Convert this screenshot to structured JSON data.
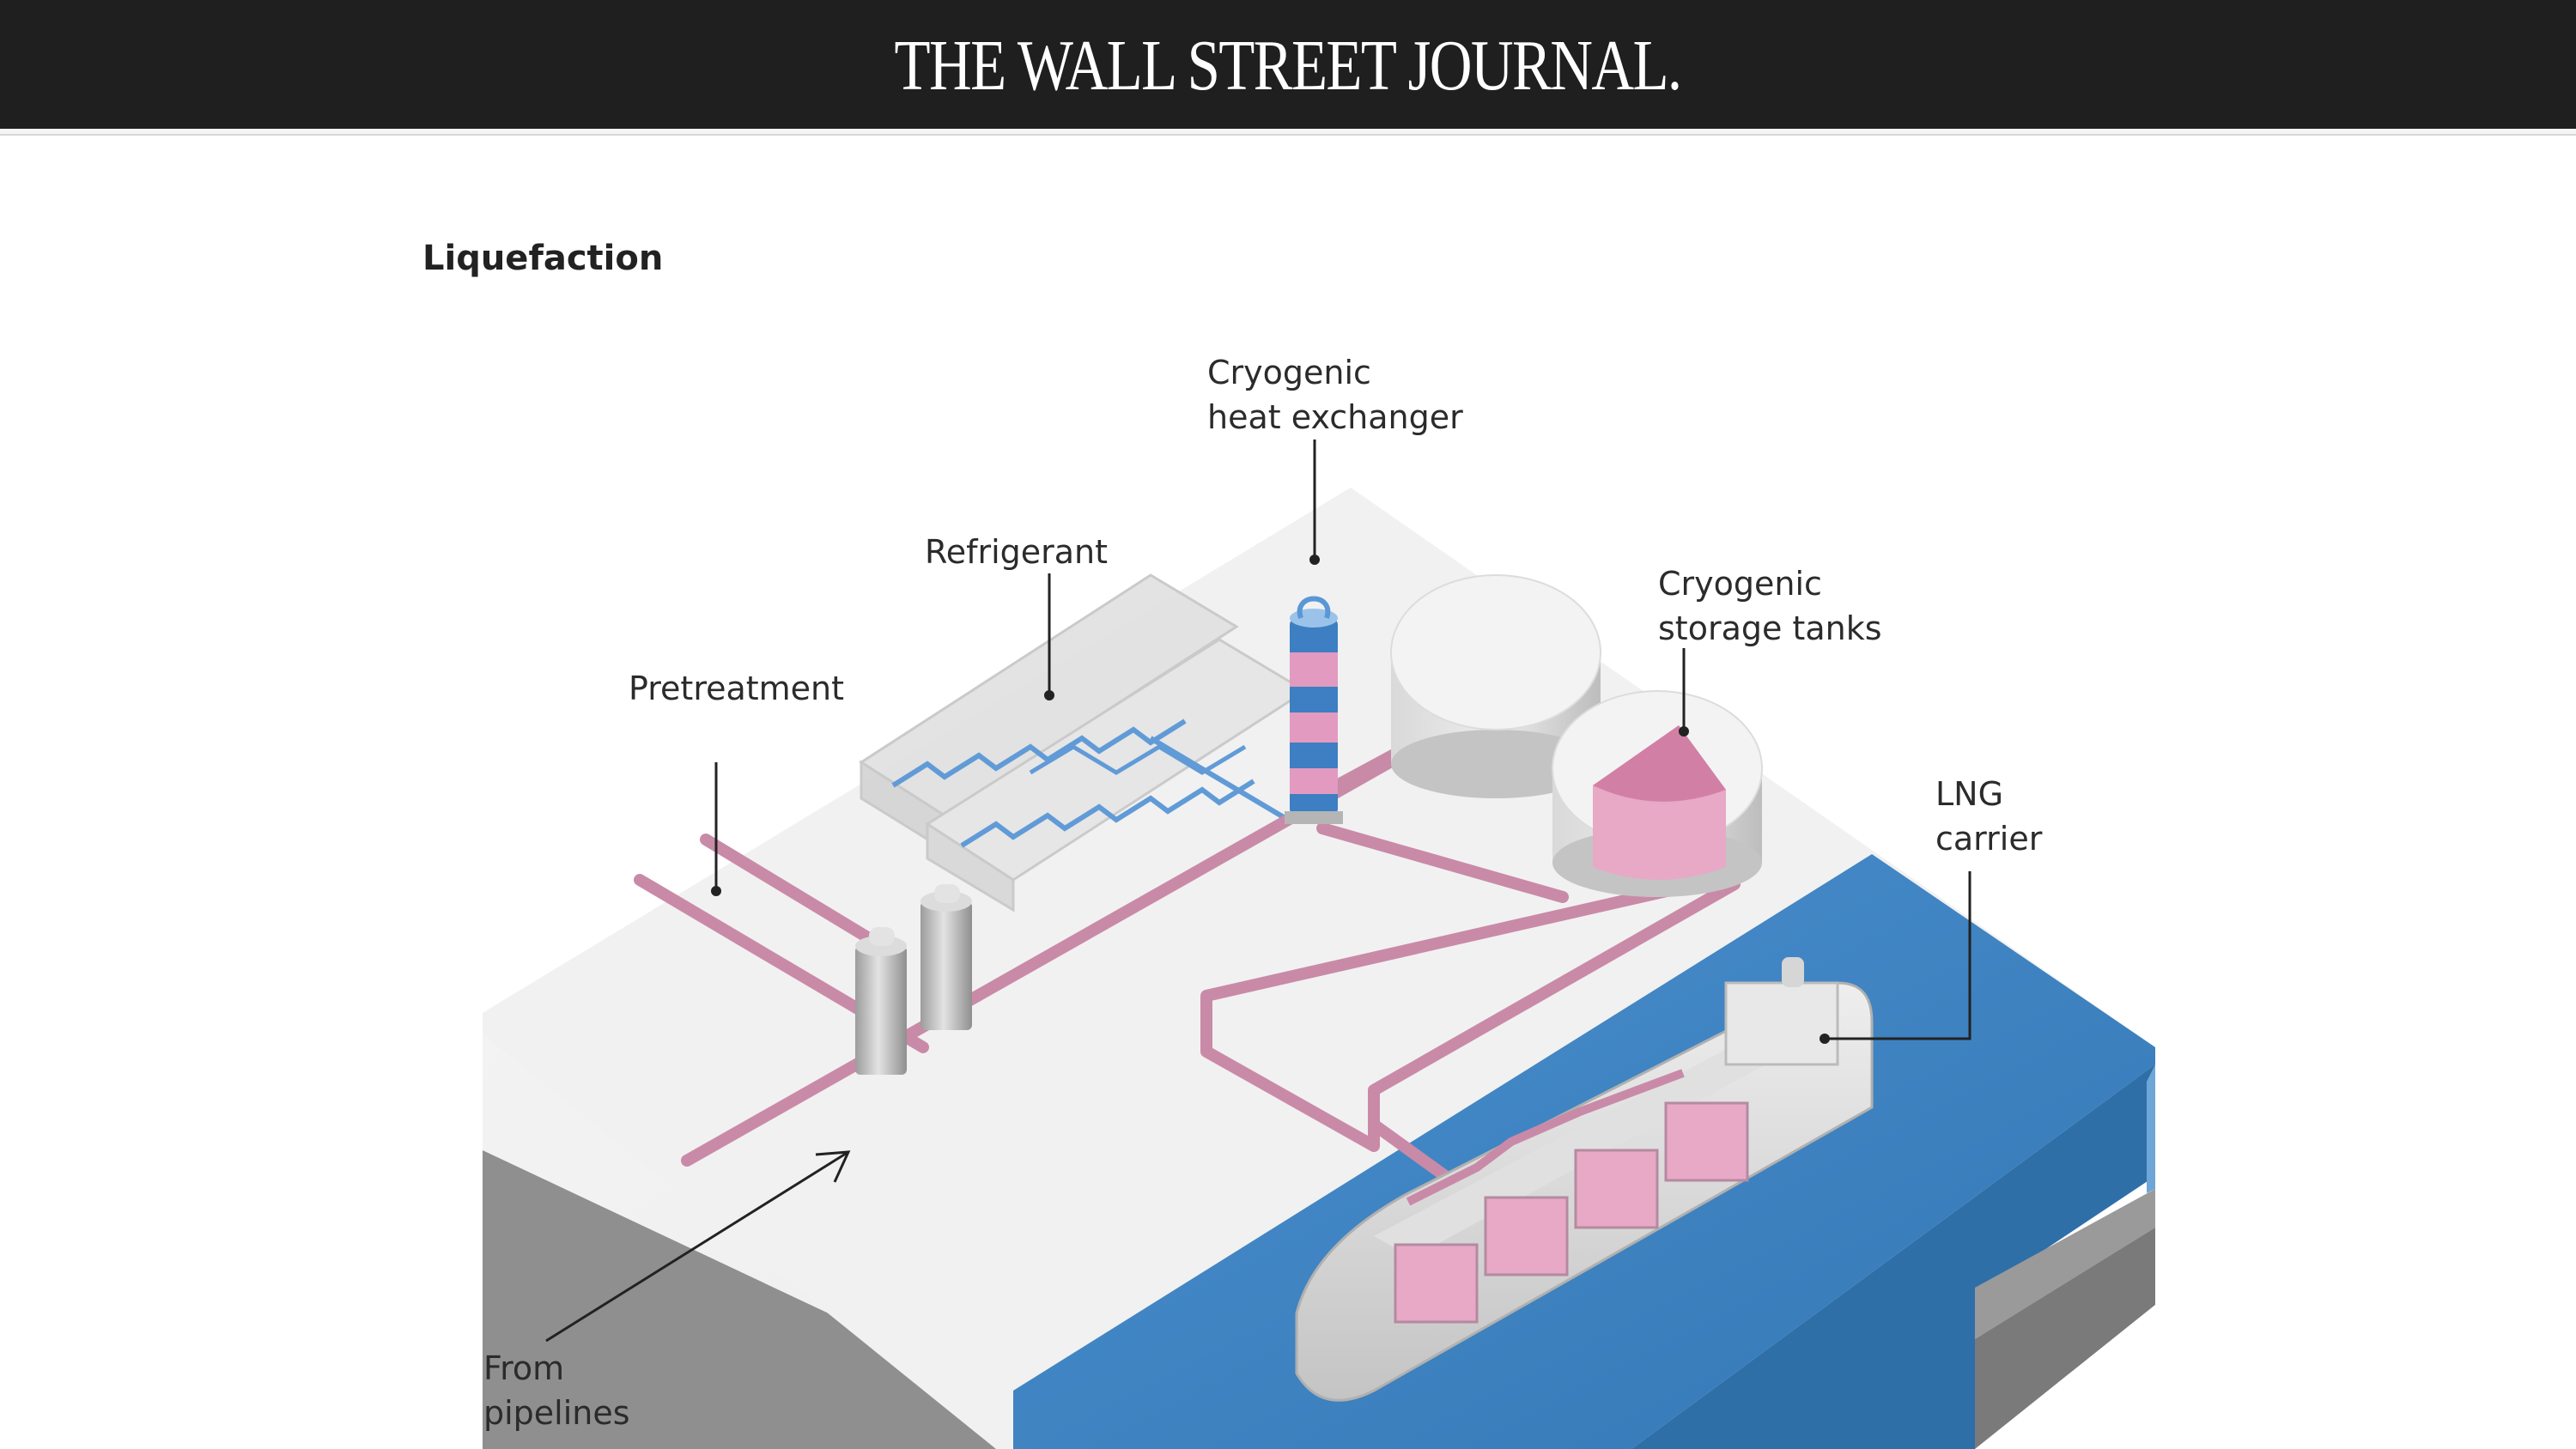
{
  "masthead": {
    "logo_text": "THE WALL STREET JOURNAL."
  },
  "section": {
    "title": "Liquefaction"
  },
  "labels": {
    "cryogenic_heat_exchanger": [
      "Cryogenic",
      "heat exchanger"
    ],
    "refrigerant": [
      "Refrigerant"
    ],
    "pretreatment": [
      "Pretreatment"
    ],
    "cryogenic_storage_tanks": [
      "Cryogenic",
      "storage tanks"
    ],
    "lng_carrier": [
      "LNG",
      "carrier"
    ],
    "from_pipelines": [
      "From",
      "pipelines"
    ]
  },
  "colors": {
    "masthead_bg": "#1f1f1f",
    "ground_top": "#f2f2f2",
    "ground_side_light": "#c9c9c9",
    "ground_side_dark": "#8a8a8a",
    "water": "#3f86c4",
    "pipe_pink": "#c98aa8",
    "lng_pink": "#e7a9c6",
    "refrigerant_blue": "#5a97d6"
  }
}
